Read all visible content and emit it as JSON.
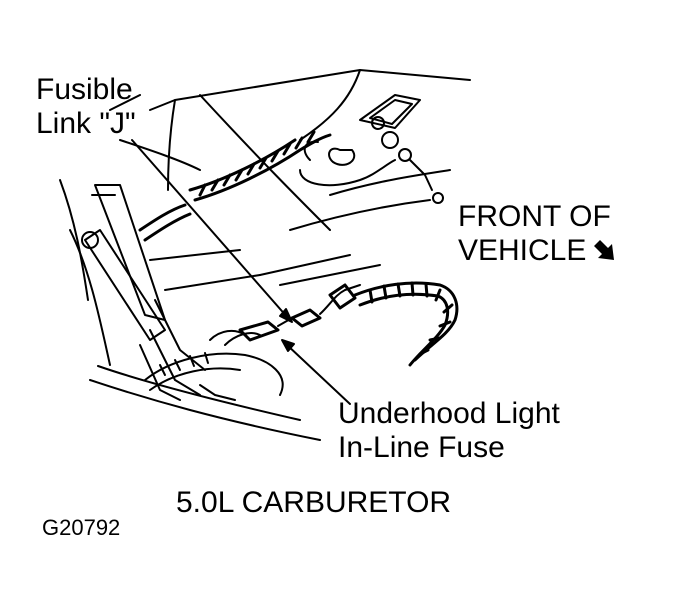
{
  "labels": {
    "fusible_link_line1": "Fusible",
    "fusible_link_line2": "Link \"J\"",
    "front_line1": "FRONT OF",
    "front_line2": "VEHICLE",
    "fuse_line1": "Underhood Light",
    "fuse_line2": "In-Line Fuse",
    "caption": "5.0L CARBURETOR",
    "figure_code": "G20792"
  },
  "icons": {
    "front_direction": "arrow-down-right-icon"
  },
  "colors": {
    "ink": "#000000",
    "paper": "#ffffff"
  }
}
